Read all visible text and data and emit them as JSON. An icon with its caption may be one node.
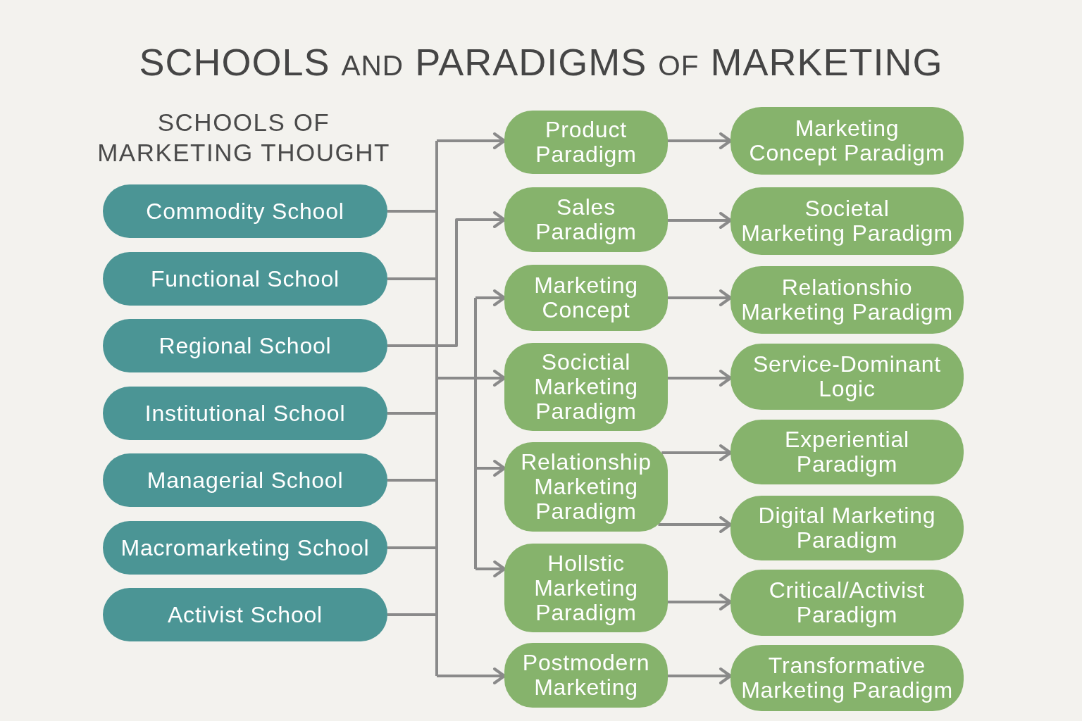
{
  "diagram": {
    "title": "SCHOOLS AND PARADIGMS OF MARKETING",
    "nodes": [
      {
        "text": [
          "Commodity School"
        ]
      },
      {
        "text": [
          "Functional School"
        ]
      },
      {
        "text": [
          "Regional School"
        ]
      },
      {
        "text": [
          "Institutional School"
        ]
      },
      {
        "text": [
          "Managerial School"
        ]
      },
      {
        "text": [
          "Macromarketing School"
        ]
      },
      {
        "text": [
          "Activist School"
        ]
      },
      {
        "text": [
          "Product Paradigm"
        ]
      },
      {
        "text": [
          "Sales Paradigm"
        ]
      },
      {
        "text": [
          "Marketing Concept"
        ]
      },
      {
        "text": [
          "Socictial Marketing Paradigm"
        ]
      },
      {
        "text": [
          "Relationship Marketing Paradigm"
        ]
      },
      {
        "text": [
          "Hollstic Marketing Paradigm"
        ]
      },
      {
        "text": [
          "Postmodern Marketing"
        ]
      },
      {
        "text": [
          "Marketing Concept Paradigm"
        ]
      },
      {
        "text": [
          "Societal Marketing Paradigm"
        ]
      },
      {
        "text": [
          "Relationshio Marketing Paradigm"
        ]
      },
      {
        "text": [
          "Service-Dominant Logic"
        ]
      },
      {
        "text": [
          "Experiential Paradigm"
        ]
      },
      {
        "text": [
          "Digital Marketing Paradigm"
        ]
      },
      {
        "text": [
          "Critical/Activist Paradigm"
        ]
      },
      {
        "text": [
          "Transformative Marketing Paradigm"
        ]
      }
    ],
    "edges": [
      {
        "from": 0,
        "to": 7,
        "arrow": "to"
      },
      {
        "from": 0,
        "to": 9,
        "arrow": "to"
      },
      {
        "from": 0,
        "to": 10,
        "arrow": "to"
      },
      {
        "from": 0,
        "to": 11,
        "arrow": "to"
      },
      {
        "from": 0,
        "to": 12,
        "arrow": "to"
      },
      {
        "from": 0,
        "to": 13,
        "arrow": "to"
      },
      {
        "from": 1,
        "to": 7,
        "arrow": "to"
      },
      {
        "from": 1,
        "to": 9,
        "arrow": "to"
      },
      {
        "from": 1,
        "to": 10,
        "arrow": "to"
      },
      {
        "from": 1,
        "to": 11,
        "arrow": "to"
      },
      {
        "from": 1,
        "to": 12,
        "arrow": "to"
      },
      {
        "from": 1,
        "to": 13,
        "arrow": "to"
      },
      {
        "from": 2,
        "to": 7,
        "arrow": "to"
      },
      {
        "from": 2,
        "to": 9,
        "arrow": "to"
      },
      {
        "from": 2,
        "to": 10,
        "arrow": "to"
      },
      {
        "from": 2,
        "to": 11,
        "arrow": "to"
      },
      {
        "from": 2,
        "to": 12,
        "arrow": "to"
      },
      {
        "from": 2,
        "to": 13,
        "arrow": "to"
      },
      {
        "from": 3,
        "to": 7,
        "arrow": "to"
      },
      {
        "from": 3,
        "to": 9,
        "arrow": "to"
      },
      {
        "from": 3,
        "to": 10,
        "arrow": "to"
      },
      {
        "from": 3,
        "to": 11,
        "arrow": "to"
      },
      {
        "from": 3,
        "to": 12,
        "arrow": "to"
      },
      {
        "from": 3,
        "to": 13,
        "arrow": "to"
      },
      {
        "from": 4,
        "to": 7,
        "arrow": "to"
      },
      {
        "from": 4,
        "to": 9,
        "arrow": "to"
      },
      {
        "from": 4,
        "to": 10,
        "arrow": "to"
      },
      {
        "from": 4,
        "to": 11,
        "arrow": "to"
      },
      {
        "from": 4,
        "to": 12,
        "arrow": "to"
      },
      {
        "from": 4,
        "to": 13,
        "arrow": "to"
      },
      {
        "from": 5,
        "to": 7,
        "arrow": "to"
      },
      {
        "from": 5,
        "to": 9,
        "arrow": "to"
      },
      {
        "from": 5,
        "to": 10,
        "arrow": "to"
      },
      {
        "from": 5,
        "to": 11,
        "arrow": "to"
      },
      {
        "from": 5,
        "to": 12,
        "arrow": "to"
      },
      {
        "from": 5,
        "to": 13,
        "arrow": "to"
      },
      {
        "from": 6,
        "to": 7,
        "arrow": "to"
      },
      {
        "from": 6,
        "to": 9,
        "arrow": "to"
      },
      {
        "from": 6,
        "to": 10,
        "arrow": "to"
      },
      {
        "from": 6,
        "to": 11,
        "arrow": "to"
      },
      {
        "from": 6,
        "to": 12,
        "arrow": "to"
      },
      {
        "from": 6,
        "to": 13,
        "arrow": "to"
      },
      {
        "from": 2,
        "to": 8,
        "arrow": "to"
      },
      {
        "from": 7,
        "to": 14,
        "arrow": "to"
      },
      {
        "from": 8,
        "to": 15,
        "arrow": "to"
      },
      {
        "from": 9,
        "to": 16,
        "arrow": "to"
      },
      {
        "from": 10,
        "to": 17,
        "arrow": "to"
      },
      {
        "from": 11,
        "to": 18,
        "arrow": "to"
      },
      {
        "from": 11,
        "to": 19,
        "arrow": "to"
      },
      {
        "from": 12,
        "to": 20,
        "arrow": "to"
      },
      {
        "from": 13,
        "to": 21,
        "arrow": "to"
      }
    ],
    "labels": [
      "SCHOOLS OF MARKETING THOUGHT"
    ]
  }
}
